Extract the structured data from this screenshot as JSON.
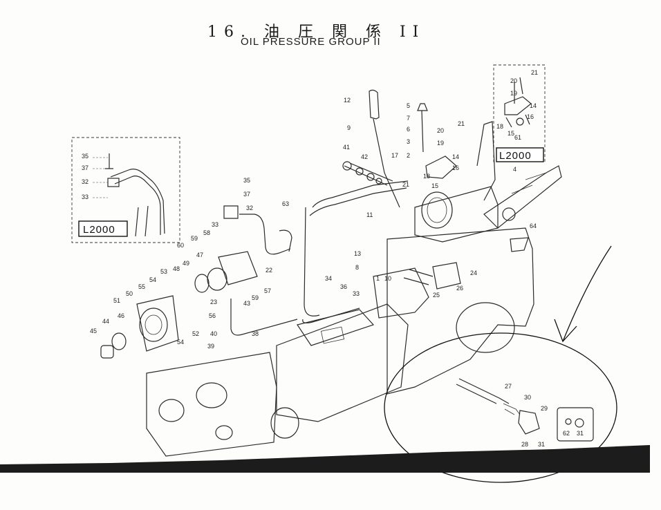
{
  "header": {
    "title_jp": "16. 油 圧 関 係 II",
    "title_en": "OIL PRESSURE GROUP II"
  },
  "insets": {
    "left_model": "L2000",
    "right_model": "L2000"
  },
  "callouts": [
    {
      "id": "c12",
      "text": "12"
    },
    {
      "id": "c9",
      "text": "9"
    },
    {
      "id": "c5",
      "text": "5"
    },
    {
      "id": "c7",
      "text": "7"
    },
    {
      "id": "c6",
      "text": "6"
    },
    {
      "id": "c3",
      "text": "3"
    },
    {
      "id": "c2",
      "text": "2"
    },
    {
      "id": "c20a",
      "text": "20"
    },
    {
      "id": "c19a",
      "text": "19"
    },
    {
      "id": "c21a",
      "text": "21"
    },
    {
      "id": "c14a",
      "text": "14"
    },
    {
      "id": "c16a",
      "text": "16"
    },
    {
      "id": "c18a",
      "text": "18"
    },
    {
      "id": "c15a",
      "text": "15"
    },
    {
      "id": "c17",
      "text": "17"
    },
    {
      "id": "c21b",
      "text": "21"
    },
    {
      "id": "c41",
      "text": "41"
    },
    {
      "id": "c42",
      "text": "42"
    },
    {
      "id": "c11",
      "text": "11"
    },
    {
      "id": "c4",
      "text": "4"
    },
    {
      "id": "c64",
      "text": "64"
    },
    {
      "id": "c13",
      "text": "13"
    },
    {
      "id": "c8",
      "text": "8"
    },
    {
      "id": "c1",
      "text": "1"
    },
    {
      "id": "c10",
      "text": "10"
    },
    {
      "id": "c24",
      "text": "24"
    },
    {
      "id": "c26",
      "text": "26"
    },
    {
      "id": "c25",
      "text": "25"
    },
    {
      "id": "c34",
      "text": "34"
    },
    {
      "id": "c36",
      "text": "36"
    },
    {
      "id": "c33b",
      "text": "33"
    },
    {
      "id": "c35b",
      "text": "35"
    },
    {
      "id": "c37b",
      "text": "37"
    },
    {
      "id": "c32b",
      "text": "32"
    },
    {
      "id": "c63",
      "text": "63"
    },
    {
      "id": "c33c",
      "text": "33"
    },
    {
      "id": "c58",
      "text": "58"
    },
    {
      "id": "c59a",
      "text": "59"
    },
    {
      "id": "c60",
      "text": "60"
    },
    {
      "id": "c47",
      "text": "47"
    },
    {
      "id": "c49",
      "text": "49"
    },
    {
      "id": "c48",
      "text": "48"
    },
    {
      "id": "c53",
      "text": "53"
    },
    {
      "id": "c54a",
      "text": "54"
    },
    {
      "id": "c55",
      "text": "55"
    },
    {
      "id": "c50",
      "text": "50"
    },
    {
      "id": "c51",
      "text": "51"
    },
    {
      "id": "c46",
      "text": "46"
    },
    {
      "id": "c44",
      "text": "44"
    },
    {
      "id": "c45",
      "text": "45"
    },
    {
      "id": "c22",
      "text": "22"
    },
    {
      "id": "c57",
      "text": "57"
    },
    {
      "id": "c23",
      "text": "23"
    },
    {
      "id": "c59b",
      "text": "59"
    },
    {
      "id": "c43",
      "text": "43"
    },
    {
      "id": "c56",
      "text": "56"
    },
    {
      "id": "c38",
      "text": "38"
    },
    {
      "id": "c52",
      "text": "52"
    },
    {
      "id": "c54b",
      "text": "54"
    },
    {
      "id": "c40",
      "text": "40"
    },
    {
      "id": "c39",
      "text": "39"
    },
    {
      "id": "c35a",
      "text": "35"
    },
    {
      "id": "c37a",
      "text": "37"
    },
    {
      "id": "c32a",
      "text": "32"
    },
    {
      "id": "c33a",
      "text": "33"
    },
    {
      "id": "c21c",
      "text": "21"
    },
    {
      "id": "c20b",
      "text": "20"
    },
    {
      "id": "c19b",
      "text": "19"
    },
    {
      "id": "c14b",
      "text": "14"
    },
    {
      "id": "c16b",
      "text": "16"
    },
    {
      "id": "c18b",
      "text": "18"
    },
    {
      "id": "c15b",
      "text": "15"
    },
    {
      "id": "c61",
      "text": "61"
    },
    {
      "id": "c27",
      "text": "27"
    },
    {
      "id": "c30",
      "text": "30"
    },
    {
      "id": "c29",
      "text": "29"
    },
    {
      "id": "c28",
      "text": "28"
    },
    {
      "id": "c31a",
      "text": "31"
    },
    {
      "id": "c62",
      "text": "62"
    },
    {
      "id": "c31b",
      "text": "31"
    }
  ]
}
